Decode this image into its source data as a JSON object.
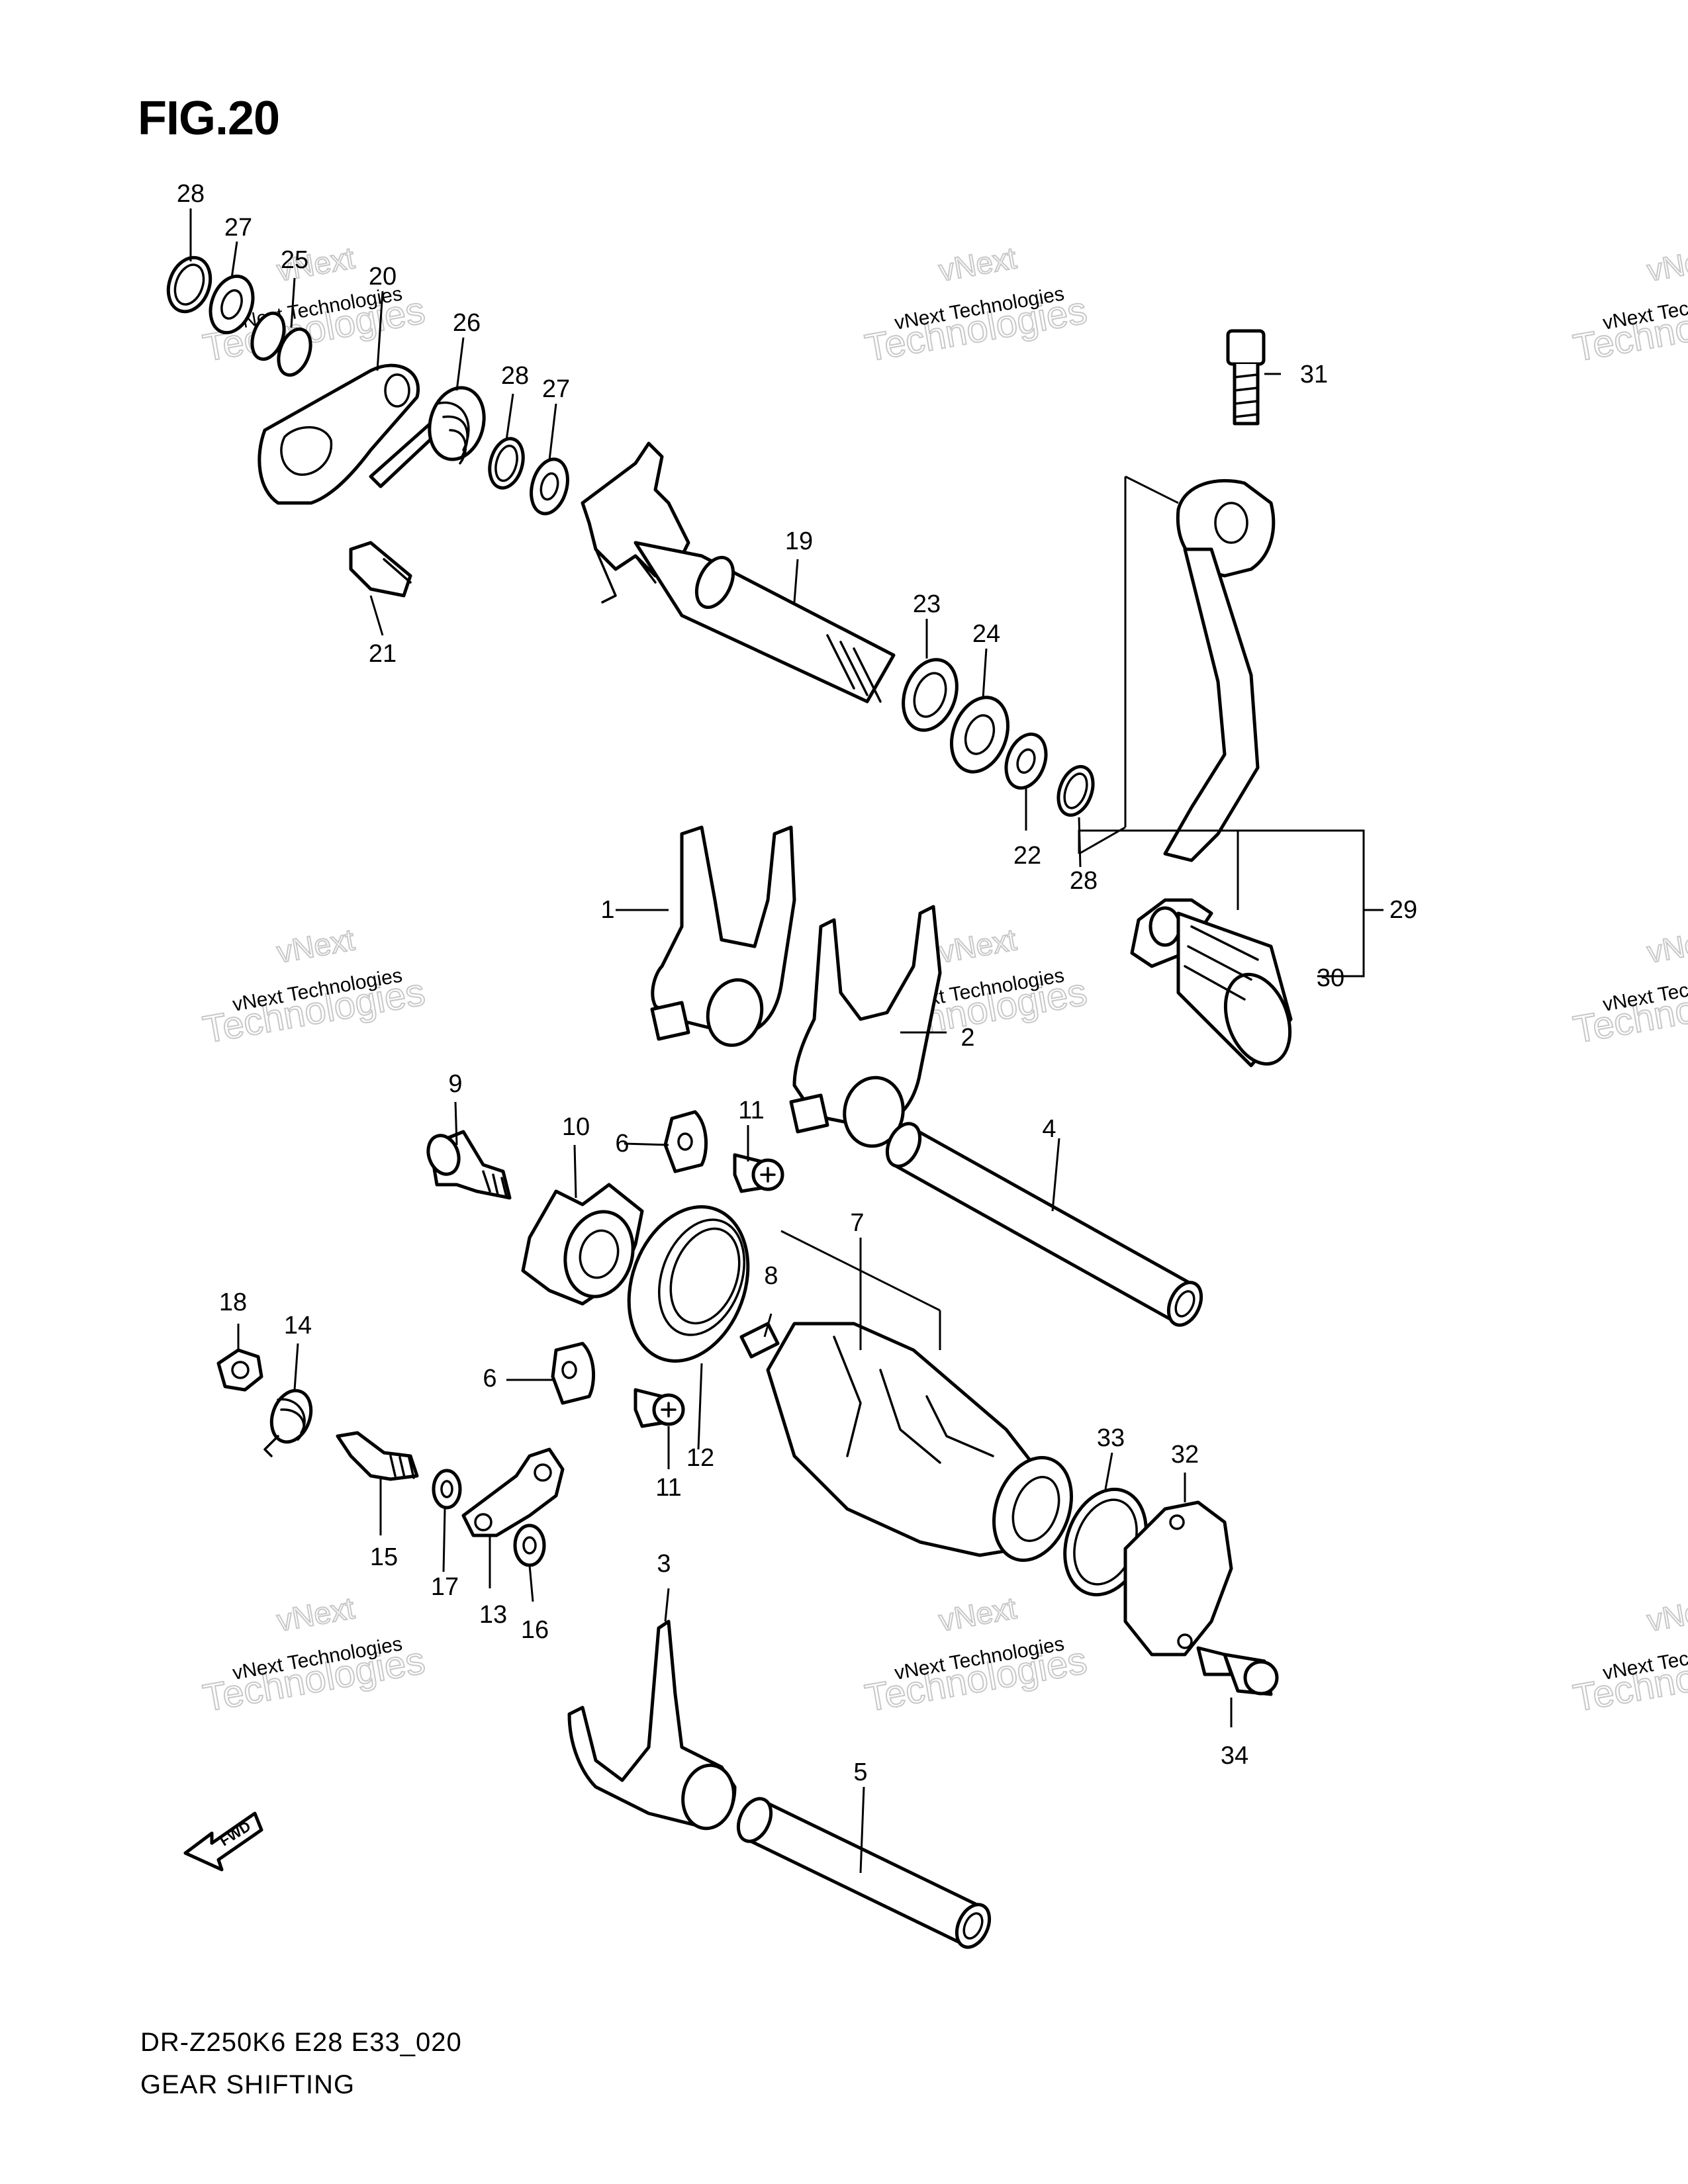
{
  "figure": {
    "title": "FIG.20",
    "model_code": "DR-Z250K6 E28 E33_020",
    "section_name": "GEAR SHIFTING"
  },
  "watermark": {
    "line1": "vNext Technologies",
    "line2": "vNext",
    "line3": "Technologies"
  },
  "fwd_arrow": {
    "label": "FWD"
  },
  "callouts": [
    "1",
    "2",
    "3",
    "4",
    "5",
    "6",
    "6",
    "7",
    "8",
    "9",
    "10",
    "11",
    "11",
    "12",
    "13",
    "14",
    "15",
    "16",
    "17",
    "18",
    "19",
    "20",
    "21",
    "22",
    "23",
    "24",
    "25",
    "26",
    "27",
    "27",
    "28",
    "28",
    "28",
    "29",
    "30",
    "31",
    "32",
    "33",
    "34"
  ]
}
